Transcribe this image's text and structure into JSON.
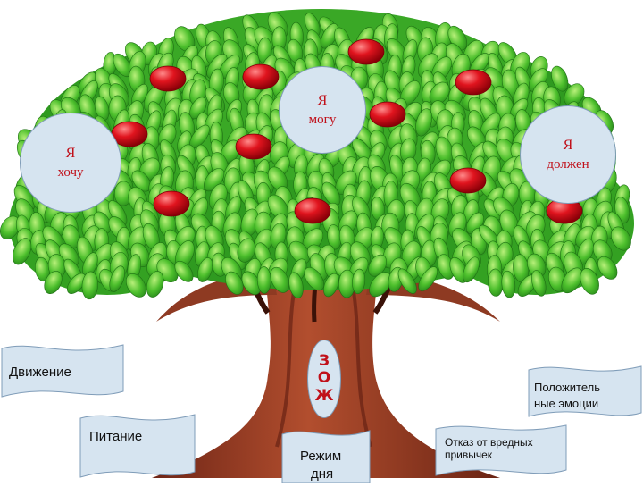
{
  "bubbles": {
    "want": {
      "line1": "Я",
      "line2": "хочу"
    },
    "can": {
      "line1": "Я",
      "line2": "могу"
    },
    "must": {
      "line1": "Я",
      "line2": "должен"
    }
  },
  "trunk_label": {
    "l1": "З",
    "l2": "О",
    "l3": "Ж"
  },
  "tags": {
    "movement": "Движение",
    "nutrition": "Питание",
    "regime_l1": "Режим",
    "regime_l2": "дня",
    "emotions_l1": "Положитель",
    "emotions_l2": "ные эмоции",
    "habits_l1": "Отказ  от вредных",
    "habits_l2": "привычек"
  },
  "colors": {
    "leaf": "#3fae2a",
    "leaf_light": "#8fd85a",
    "apple": "#d8121c",
    "trunk": "#a0432a",
    "bubble_fill": "#d6e4f0",
    "bubble_text": "#c0101a"
  }
}
